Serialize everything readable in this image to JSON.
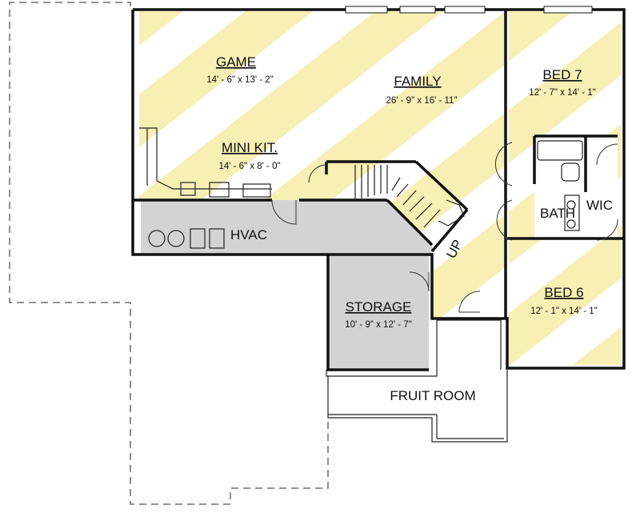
{
  "colors": {
    "stripe_yellow": "#f7efb4",
    "utility_gray": "#d3d3d3",
    "wall": "#111111",
    "background": "#ffffff"
  },
  "rooms": {
    "game": {
      "name": "GAME",
      "dims": "14' - 6\" x 13' - 2\""
    },
    "family": {
      "name": "FAMILY",
      "dims": "26' - 9\" x 16' - 11\""
    },
    "mini_kit": {
      "name": "MINI KIT.",
      "dims": "14' - 6\" x 8' - 0\""
    },
    "bed7": {
      "name": "BED 7",
      "dims": "12' - 7\" x 14' - 1\""
    },
    "bed6": {
      "name": "BED 6",
      "dims": "12' - 1\" x 14' - 1\""
    },
    "storage": {
      "name": "STORAGE",
      "dims": "10' - 9\" x 12' - 7\""
    },
    "bath": {
      "name": "BATH"
    },
    "wic": {
      "name": "WIC"
    },
    "hvac": {
      "name": "HVAC"
    },
    "fruit_room": {
      "name": "FRUIT ROOM"
    }
  },
  "stairs": {
    "label": "UP"
  }
}
